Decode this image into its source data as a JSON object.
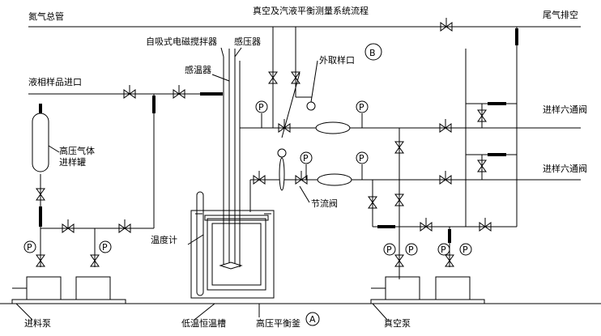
{
  "title": "真空及汽液平衡测量系统流程",
  "labels": {
    "nitrogen_main": "氮气总管",
    "exhaust": "尾气排空",
    "liquid_inlet": "液相样品进口",
    "stirrer": "自吸式电磁搅拌器",
    "pressure_sensor": "感压器",
    "temp_sensor": "感温器",
    "external_sampling": "外取样口",
    "hp_gas_tank_line1": "高压气体",
    "hp_gas_tank_line2": "进样罐",
    "sixway_top": "进样六通阀",
    "sixway_bottom": "进样六通阀",
    "throttle": "节流阀",
    "thermometer": "温度计",
    "feed_pump": "进料泵",
    "cryostat": "低温恒温槽",
    "hp_vessel": "高压平衡釜",
    "vacuum_pump": "真空泵",
    "marker_b": "B",
    "marker_a": "A",
    "gauge_letter": "P"
  },
  "icons": [
    "valve-icon",
    "pressure-gauge-icon",
    "pump-icon",
    "tank-icon",
    "heat-exchanger-icon"
  ]
}
